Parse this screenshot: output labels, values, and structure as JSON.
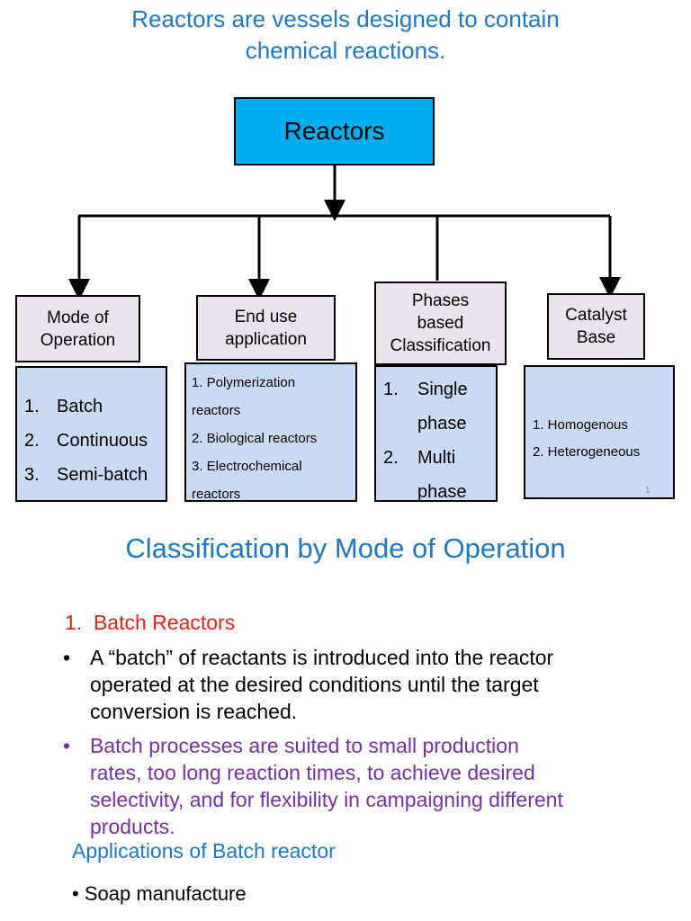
{
  "title": {
    "line1": "Reactors are vessels designed to contain",
    "line2": "chemical reactions."
  },
  "diagram": {
    "root": "Reactors",
    "categories": [
      {
        "label_lines": [
          "Mode of",
          "Operation"
        ],
        "items": [
          {
            "num": "1.",
            "text": "Batch"
          },
          {
            "num": "2.",
            "text": "Continuous"
          },
          {
            "num": "3.",
            "text": "Semi-batch"
          }
        ]
      },
      {
        "label_lines": [
          "End use",
          "application"
        ],
        "items": [
          "1. Polymerization",
          "reactors",
          "2. Biological reactors",
          "3. Electrochemical",
          "reactors"
        ]
      },
      {
        "label_lines": [
          "Phases",
          "based",
          "Classification"
        ],
        "items": [
          {
            "num": "1.",
            "text": "Single"
          },
          {
            "num": "",
            "text": "phase"
          },
          {
            "num": "2.",
            "text": "Multi"
          },
          {
            "num": "",
            "text": "phase"
          }
        ]
      },
      {
        "label_lines": [
          "Catalyst",
          "Base"
        ],
        "items": [
          "1. Homogenous",
          "2. Heterogeneous"
        ]
      }
    ],
    "page_number": "1"
  },
  "section": {
    "heading": "Classification by Mode of Operation",
    "subheading": "1.  Batch Reactors",
    "bullets": [
      {
        "lines": [
          "A “batch” of reactants is introduced into the reactor",
          "operated at the desired conditions until the target",
          "conversion is reached."
        ]
      },
      {
        "lines": [
          "Batch processes are suited to small production",
          "rates, too long reaction times, to achieve desired",
          "selectivity, and for flexibility in campaigning different",
          "products."
        ]
      }
    ],
    "applications_heading": "Applications of Batch reactor",
    "applications": [
      "Soap manufacture"
    ]
  },
  "colors": {
    "title_blue": "#1f78c1",
    "root_fill": "#00aef0",
    "category_fill": "#ebe4ef",
    "list_fill": "#c9daf2",
    "subheading_red": "#e8211d",
    "purple_text": "#7a2fa0"
  }
}
